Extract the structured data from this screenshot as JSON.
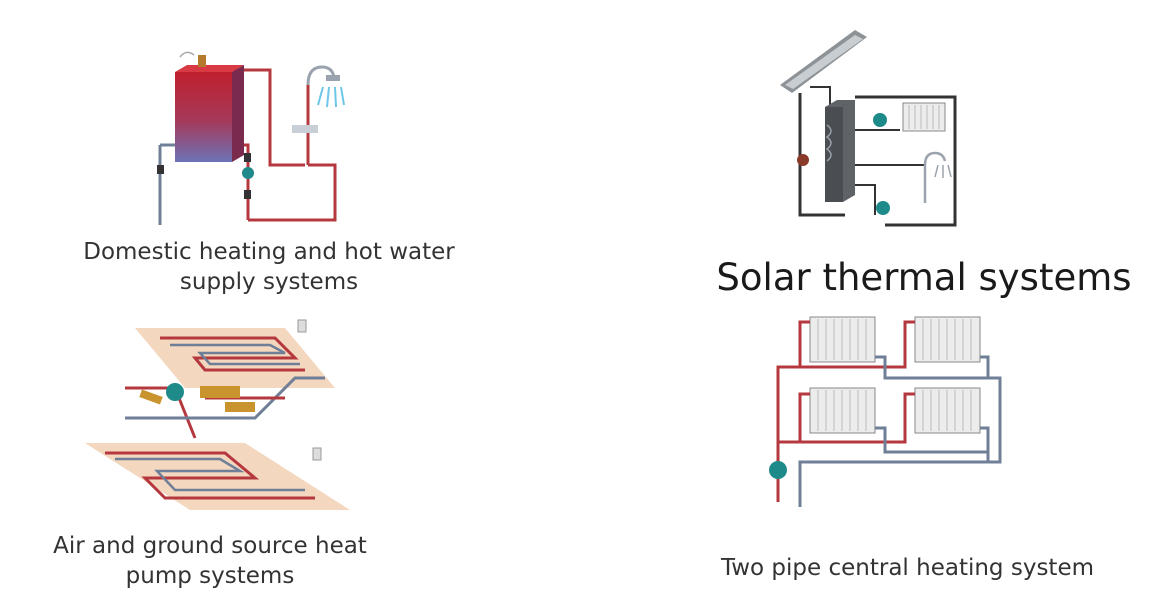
{
  "panels": {
    "domestic": {
      "caption_line1": "Domestic heating and hot water",
      "caption_line2": "supply systems"
    },
    "solar": {
      "caption": "Solar thermal systems"
    },
    "heat_pump": {
      "caption_line1": "Air and ground source heat",
      "caption_line2": "pump systems"
    },
    "two_pipe": {
      "caption": "Two pipe central heating system"
    }
  },
  "colors": {
    "hot_pipe": "#b4383e",
    "cold_pipe": "#6f7f97",
    "pump": "#1f8a8a",
    "floor_panel": "#f4d7bf",
    "boiler_top": "#c0202e",
    "boiler_bottom": "#6d73b8",
    "radiator": "#ececec"
  }
}
